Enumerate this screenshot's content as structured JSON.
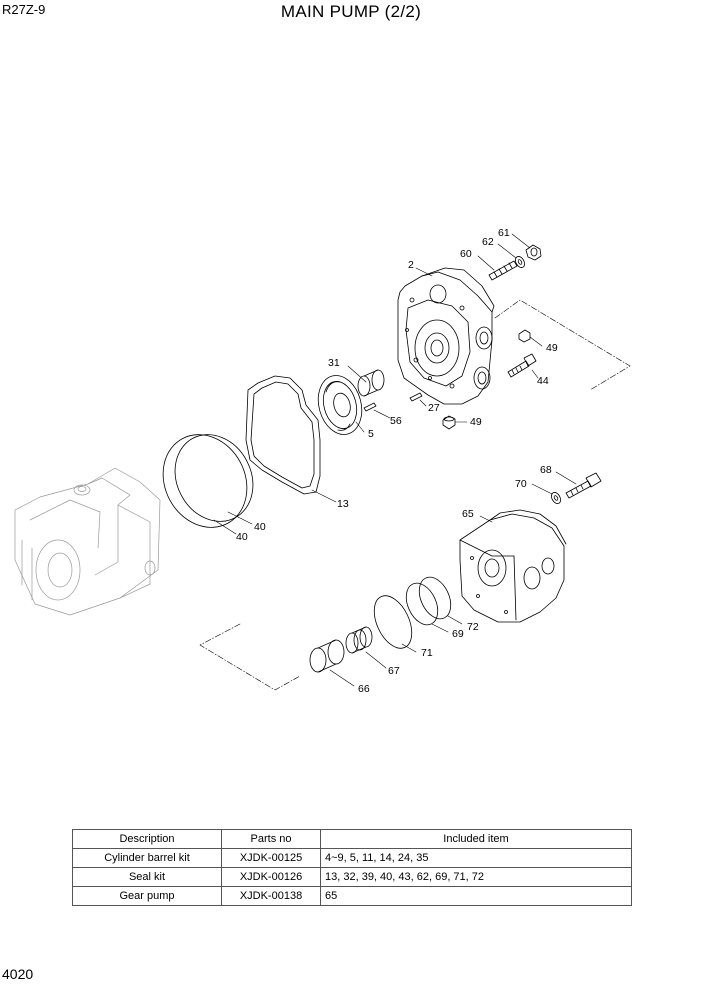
{
  "header": {
    "model": "R27Z-9",
    "title": "MAIN PUMP (2/2)"
  },
  "footer": {
    "page_number": "4020"
  },
  "callouts": [
    "61",
    "62",
    "60",
    "2",
    "49",
    "44",
    "31",
    "27",
    "56",
    "5",
    "49",
    "40",
    "40",
    "13",
    "68",
    "70",
    "65",
    "72",
    "69",
    "71",
    "67",
    "66"
  ],
  "kit_table": {
    "headers": [
      "Description",
      "Parts no",
      "Included item"
    ],
    "rows": [
      [
        "Cylinder barrel kit",
        "XJDK-00125",
        "4~9, 5, 11, 14, 24, 35"
      ],
      [
        "Seal kit",
        "XJDK-00126",
        "13, 32, 39, 40, 43, 62, 69, 71, 72"
      ],
      [
        "Gear pump",
        "XJDK-00138",
        "65"
      ]
    ]
  }
}
